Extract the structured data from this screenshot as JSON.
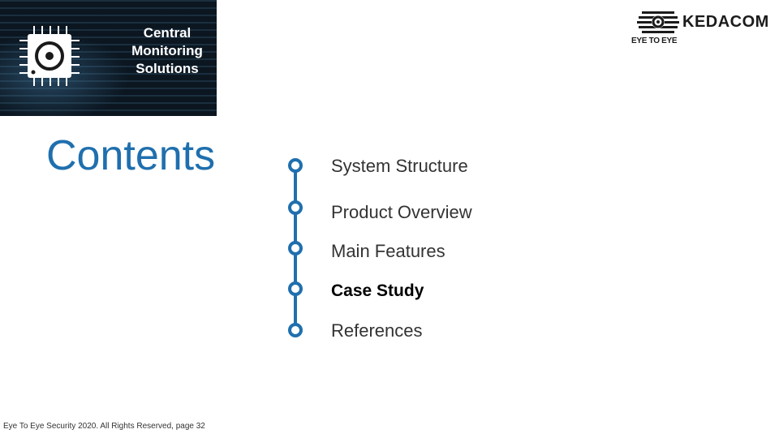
{
  "banner": {
    "lines": [
      "Central",
      "Monitoring",
      "Solutions"
    ]
  },
  "logo": {
    "brand": "KEDACOM",
    "sub": "EYE TO EYE"
  },
  "heading": "Contents",
  "toc": [
    {
      "label": "System Structure"
    },
    {
      "label": "Product Overview"
    },
    {
      "label": "Main Features"
    },
    {
      "label": "Case Study"
    },
    {
      "label": "References"
    }
  ],
  "colors": {
    "accent": "#1f6fae"
  },
  "footer": "Eye To Eye Security 2020. All Rights Reserved, page 32"
}
